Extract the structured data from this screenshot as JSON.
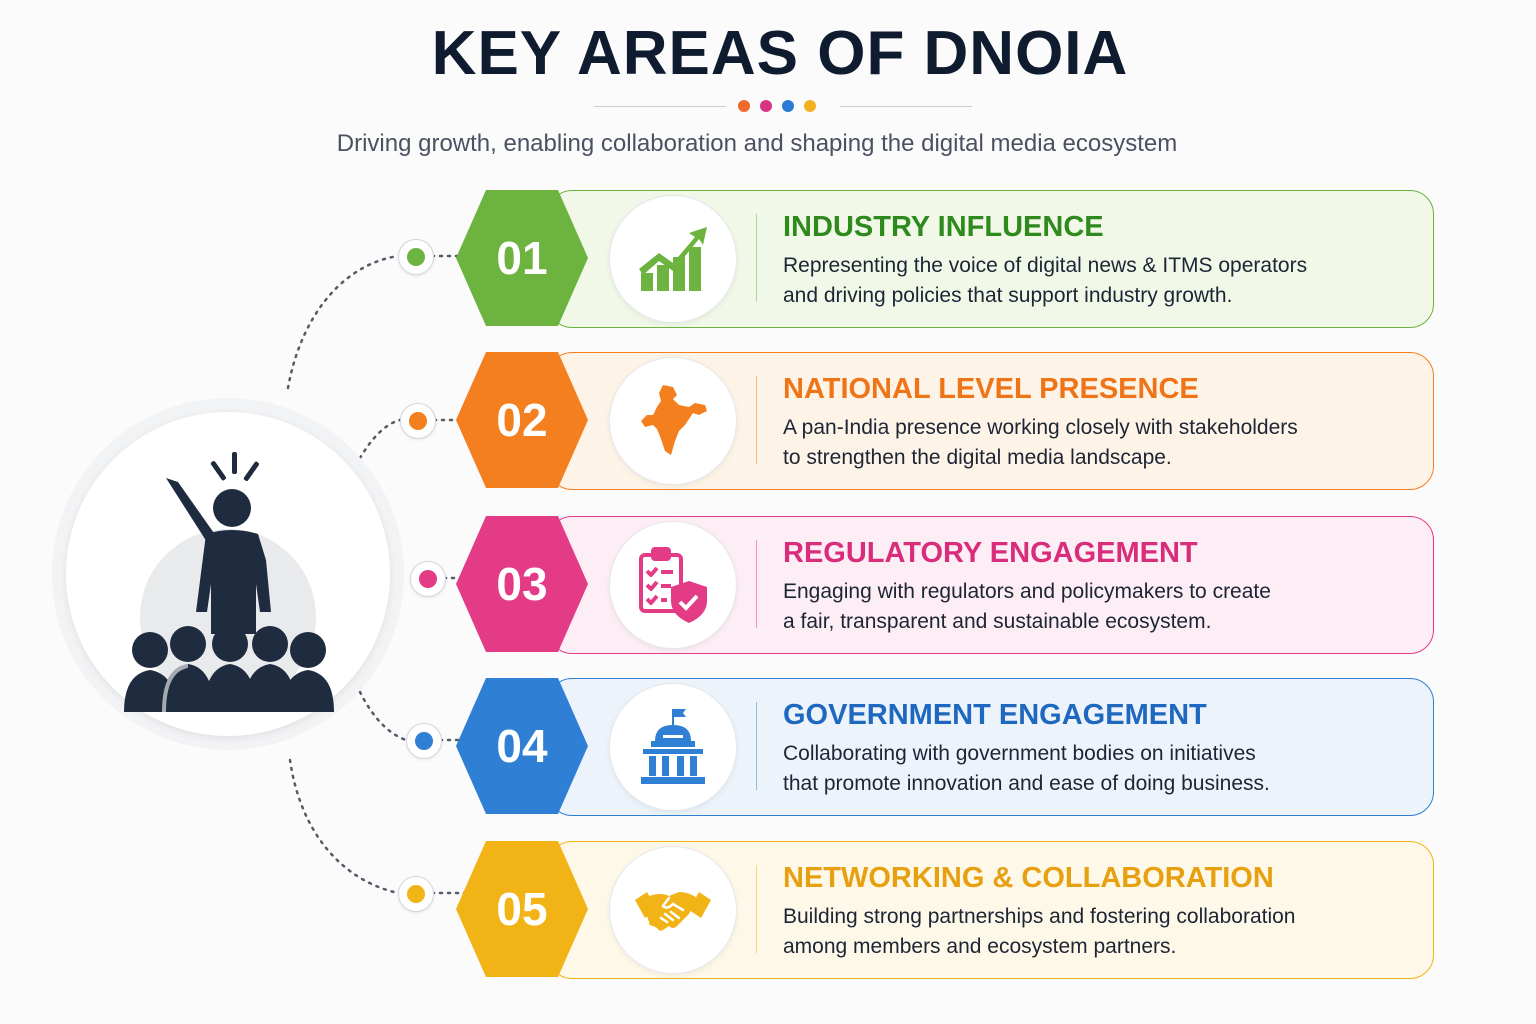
{
  "header": {
    "title": "KEY AREAS OF DNOIA",
    "subtitle": "Driving growth, enabling collaboration and shaping the digital media ecosystem",
    "divider_dot_colors": [
      "#ef6a2d",
      "#d63384",
      "#2b7bd6",
      "#f2b01e"
    ]
  },
  "hub": {
    "icon": "leader-audience-icon",
    "icon_color": "#1f2c3f"
  },
  "areas": [
    {
      "number": "01",
      "title": "INDUSTRY INFLUENCE",
      "description_line1": "Representing the voice of digital news & ITMS operators",
      "description_line2": "and driving policies that support industry growth.",
      "icon": "growth-chart-icon",
      "color": "#6cb33f",
      "title_color": "#2f8a1e",
      "bg_color": "#f1f8e8"
    },
    {
      "number": "02",
      "title": "NATIONAL LEVEL PRESENCE",
      "description_line1": "A pan-India presence working closely with stakeholders",
      "description_line2": "to strengthen the digital media landscape.",
      "icon": "india-map-icon",
      "color": "#f47f1f",
      "title_color": "#ef7417",
      "bg_color": "#fef3e7"
    },
    {
      "number": "03",
      "title": "REGULATORY ENGAGEMENT",
      "description_line1": "Engaging with regulators and policymakers to create",
      "description_line2": "a fair, transparent and sustainable ecosystem.",
      "icon": "compliance-shield-icon",
      "color": "#e33b86",
      "title_color": "#d92d7c",
      "bg_color": "#fdeef5"
    },
    {
      "number": "04",
      "title": "GOVERNMENT ENGAGEMENT",
      "description_line1": "Collaborating with government bodies on initiatives",
      "description_line2": "that promote innovation and ease of doing business.",
      "icon": "government-building-icon",
      "color": "#2f7fd4",
      "title_color": "#1f68bf",
      "bg_color": "#ecf3fb"
    },
    {
      "number": "05",
      "title": "NETWORKING & COLLABORATION",
      "description_line1": "Building strong partnerships and fostering collaboration",
      "description_line2": "among members and ecosystem partners.",
      "icon": "handshake-icon",
      "color": "#f2b317",
      "title_color": "#e6a010",
      "bg_color": "#fef8e8"
    }
  ]
}
